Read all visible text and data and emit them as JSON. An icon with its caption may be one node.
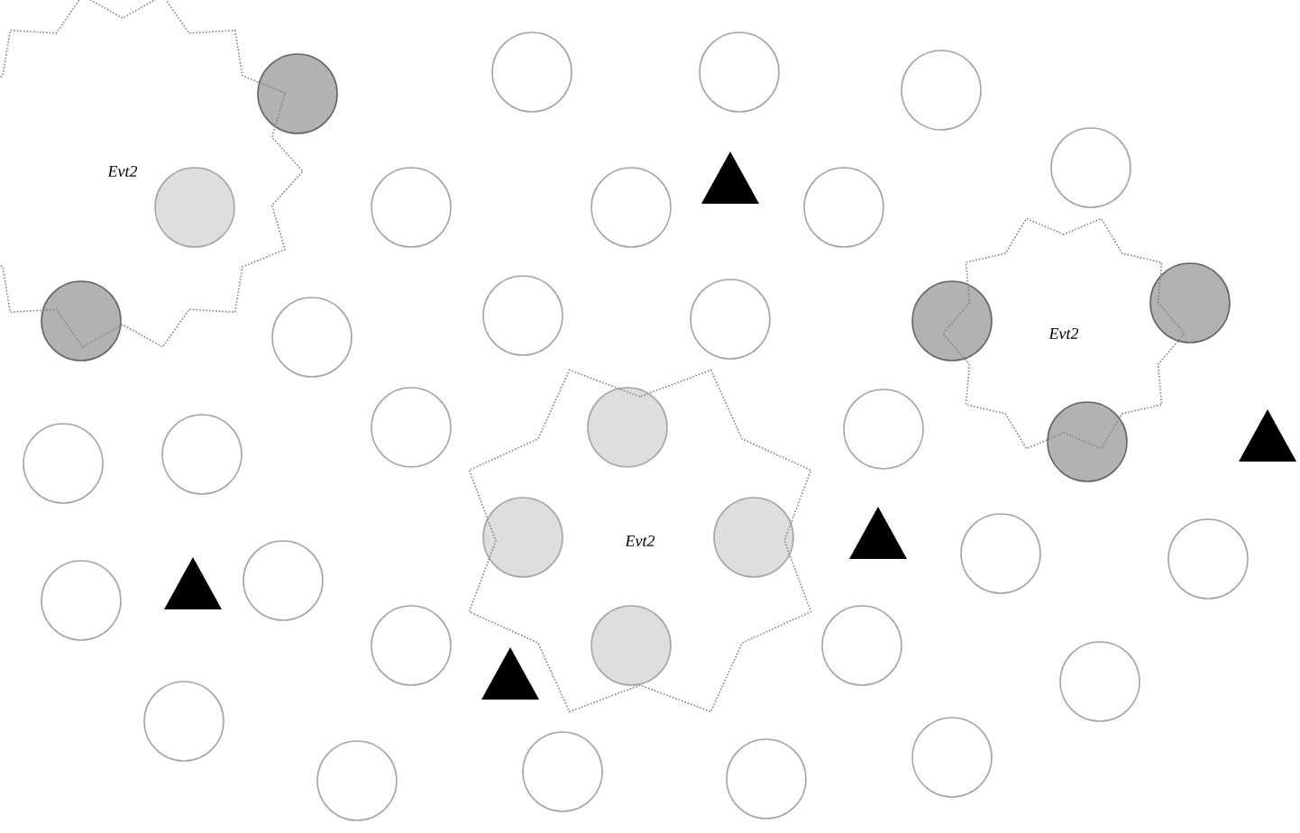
{
  "diagram": {
    "nodes": [
      {
        "text": [
          "Evt2"
        ]
      },
      {
        "text": [
          "Evt2"
        ]
      },
      {
        "text": [
          "Evt2"
        ]
      }
    ]
  }
}
